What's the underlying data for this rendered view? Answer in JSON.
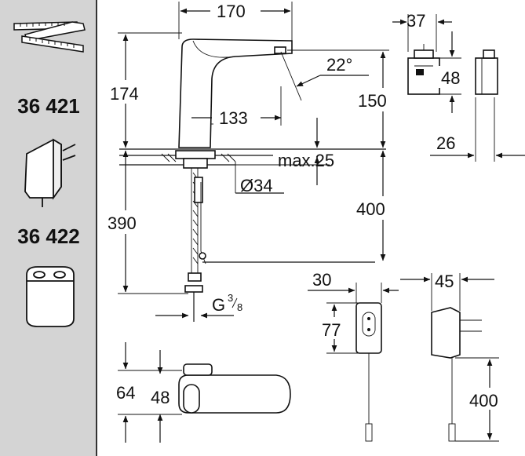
{
  "sidebar": {
    "code_1": "36 421",
    "code_2": "36 422",
    "icons": [
      "folding-ruler-icon",
      "power-adapter-icon",
      "battery-unit-icon"
    ]
  },
  "dimensions": {
    "top_width": "170",
    "height_174": "174",
    "reach_133": "133",
    "angle": "22°",
    "spout_150": "150",
    "mount_max": "max.25",
    "hole_diameter": "Ø34",
    "height_390": "390",
    "hose_400": "400",
    "thread_g": "G",
    "thread_num": "3",
    "thread_den": "8",
    "box_width_37": "37",
    "box_height_48": "48",
    "box_depth_26": "26",
    "plug_width_30": "30",
    "plug_height_77": "77",
    "adapter_width_45": "45",
    "cable_400": "400",
    "base_64": "64",
    "base_48": "48"
  },
  "colors": {
    "sidebar_bg": "#d4d4d4",
    "line": "#111111"
  }
}
